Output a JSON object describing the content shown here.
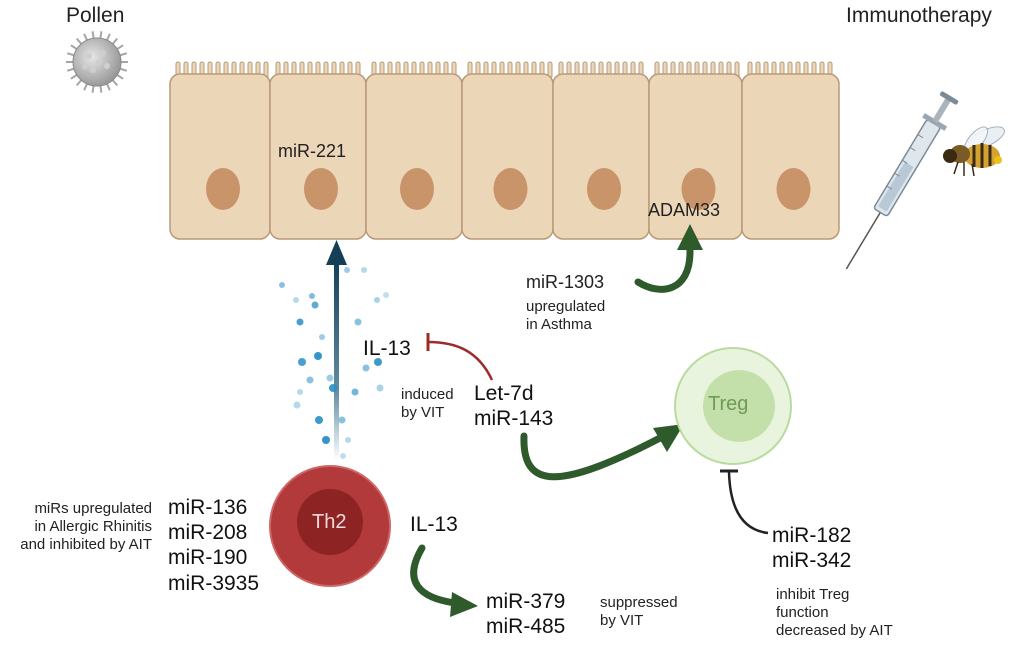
{
  "corner_labels": {
    "pollen": "Pollen",
    "immunotherapy": "Immunotherapy"
  },
  "epithelium": {
    "cell_count": 7,
    "labels": {
      "mir221": "miR-221",
      "adam33": "ADAM33"
    }
  },
  "th2_cell": {
    "label": "Th2"
  },
  "treg_cell": {
    "label": "Treg"
  },
  "mirs": {
    "th2_group": [
      "miR-136",
      "miR-208",
      "miR-190",
      "miR-3935"
    ],
    "th2_group_note": [
      "miRs upregulated",
      "in Allergic Rhinitis",
      "and inhibited by AIT"
    ],
    "mir1303": "miR-1303",
    "mir1303_note": [
      "upregulated",
      "in Asthma"
    ],
    "let7d_group": [
      "Let-7d",
      "miR-143"
    ],
    "let7d_note": [
      "induced",
      "by VIT"
    ],
    "treg_inhibitors": [
      "miR-182",
      "miR-342"
    ],
    "treg_inhibitors_note": [
      "inhibit Treg",
      "function",
      "decreased by AIT"
    ],
    "il13_targets": [
      "miR-379",
      "miR-485"
    ],
    "il13_targets_note": [
      "suppressed",
      "by VIT"
    ]
  },
  "cytokines": {
    "il13_upper": "IL-13",
    "il13_lower": "IL-13"
  },
  "colors": {
    "cell_fill": "#ecd6b8",
    "cell_stroke": "#b89a78",
    "nucleus": "#c9946a",
    "th2_outer": "#b33a3a",
    "th2_inner": "#8e2323",
    "treg_outer": "#e3f1d6",
    "treg_inner": "#c4e0aa",
    "green_arrow": "#2f5a2c",
    "blue_arrow": "#1e5c7a",
    "inhibit_red": "#9e2b2b",
    "inhibit_black": "#222222",
    "dots": "#2a8fc3"
  }
}
